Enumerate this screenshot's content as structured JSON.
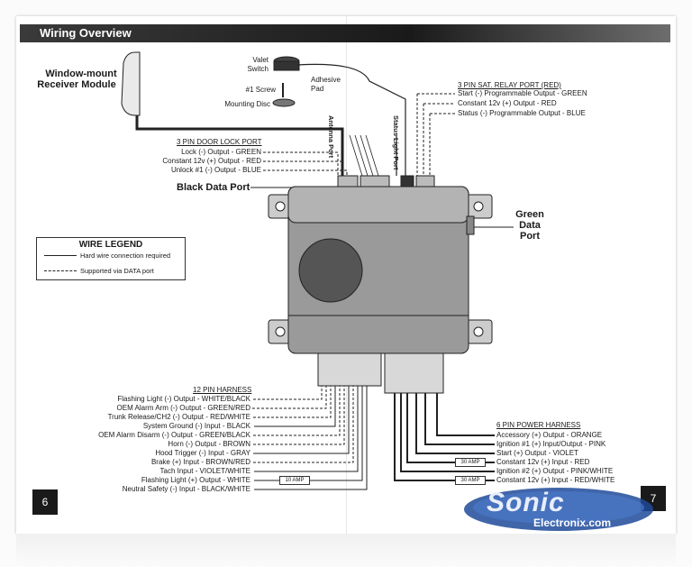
{
  "header": {
    "title": "Wiring Overview"
  },
  "receiver": {
    "label_1": "Window-mount",
    "label_2": "Receiver Module"
  },
  "valet": {
    "label_1": "Valet",
    "label_2": "Switch",
    "adhesive_1": "Adhesive",
    "adhesive_2": "Pad",
    "screw": "#1 Screw",
    "disc": "Mounting Disc"
  },
  "ports": {
    "antenna": "Antenna Port",
    "status_light": "Status Light Port",
    "black_data": "Black Data Port",
    "green_data_1": "Green",
    "green_data_2": "Data",
    "green_data_3": "Port"
  },
  "sat_relay": {
    "title": "3 PIN SAT. RELAY PORT (RED)",
    "lines": [
      "Start (-) Programmable Output  -  GREEN",
      "Constant 12v (+) Output  -  RED",
      "Status (-) Programmable Output  -  BLUE"
    ]
  },
  "door_lock": {
    "title": "3 PIN DOOR LOCK PORT",
    "lines": [
      "Lock (-) Output  -  GREEN",
      "Constant 12v (+) Output  -  RED",
      "Unlock #1 (-) Output  -  BLUE"
    ]
  },
  "legend": {
    "title": "WIRE LEGEND",
    "hard": "Hard wire connection required",
    "data": "Supported via DATA port"
  },
  "harness12": {
    "title": "12 PIN HARNESS",
    "lines": [
      "Flashing Light (-) Output  -  WHITE/BLACK",
      "OEM Alarm Arm (-) Output  -  GREEN/RED",
      "Trunk Release/CH2 (-) Output  -  RED/WHITE",
      "System Ground (-) Input  -  BLACK",
      "OEM Alarm Disarm (-) Output  -  GREEN/BLACK",
      "Horn (-) Output  -  BROWN",
      "Hood Trigger (-) Input  -  GRAY",
      "Brake (+) Input  -  BROWN/RED",
      "Tach Input  -  VIOLET/WHITE",
      "Flashing Light (+) Output  -  WHITE",
      "Neutral Safety (-) Input  -  BLACK/WHITE"
    ],
    "fuse": "10 AMP"
  },
  "harness6": {
    "title": "6 PIN POWER HARNESS",
    "lines": [
      "Accessory (+) Output  -  ORANGE",
      "Ignition #1 (+) Input/Output  -  PINK",
      "Start (+) Output  -  VIOLET",
      "Constant 12v (+) Input  -  RED",
      "Ignition #2 (+) Output  -  PINK/WHITE",
      "Constant 12v (+) Input  -  RED/WHITE"
    ],
    "fuse": "30 AMP"
  },
  "pages": {
    "left": "6",
    "right": "7"
  },
  "logo": {
    "word": "Sonic",
    "sub": "Electronix.com"
  }
}
